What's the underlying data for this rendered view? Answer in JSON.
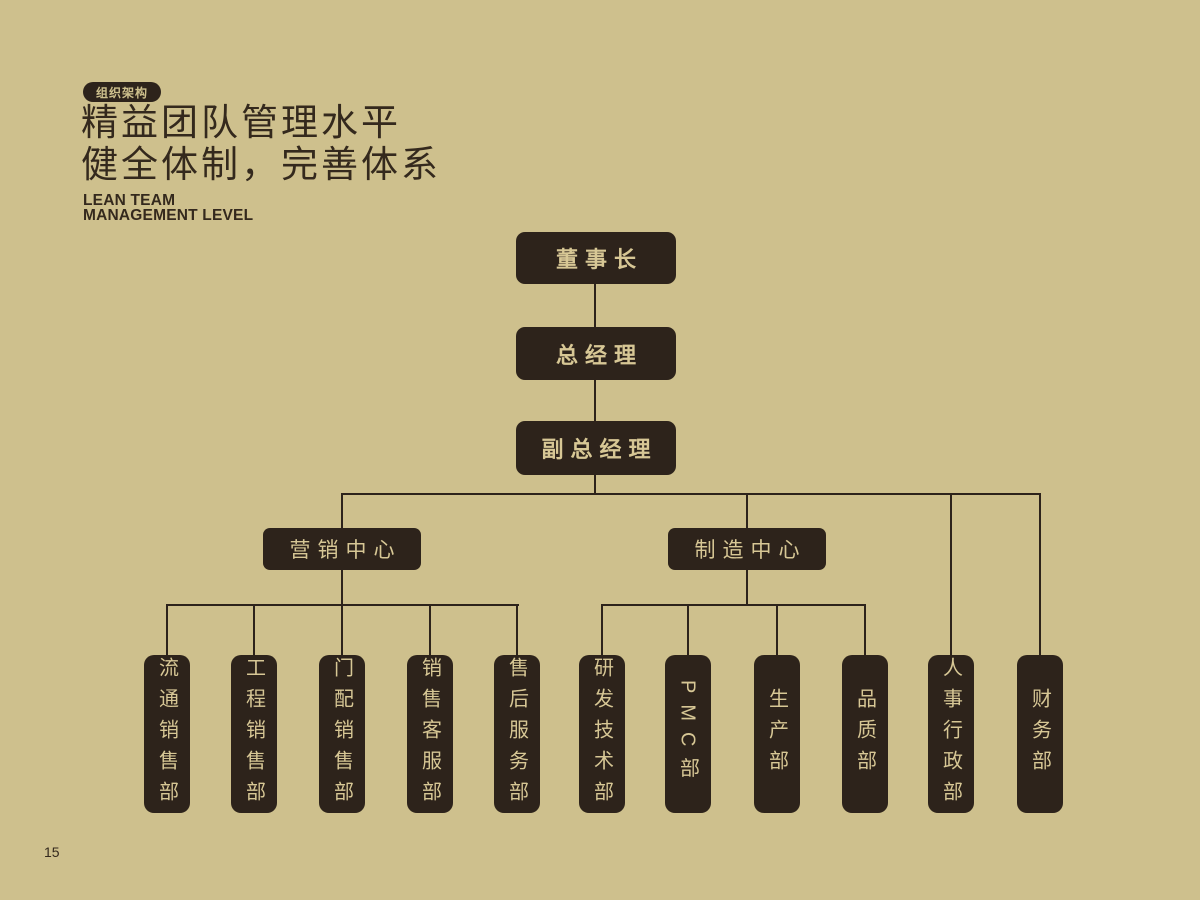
{
  "page": {
    "background_color": "#cec08d",
    "page_number": "15"
  },
  "header": {
    "badge_label": "组织架构",
    "title_line1": "精益团队管理水平",
    "title_line2": "健全体制，完善体系",
    "subtitle_line1": "LEAN TEAM",
    "subtitle_line2": "MANAGEMENT LEVEL"
  },
  "colors": {
    "node_fill": "#2d231b",
    "node_text": "#d7c795",
    "connector": "#2d231b",
    "heading_text": "#34291d"
  },
  "org_chart": {
    "chairman": "董事长",
    "general_manager": "总经理",
    "deputy_general_manager": "副总经理",
    "centers": [
      {
        "label": "营销中心",
        "departments": [
          "流通销售部",
          "工程销售部",
          "门配销售部",
          "销售客服部",
          "售后服务部"
        ]
      },
      {
        "label": "制造中心",
        "departments": [
          "研发技术部",
          "PMC部",
          "生产部",
          "品质部"
        ]
      }
    ],
    "direct_departments": [
      "人事行政部",
      "财务部"
    ]
  }
}
